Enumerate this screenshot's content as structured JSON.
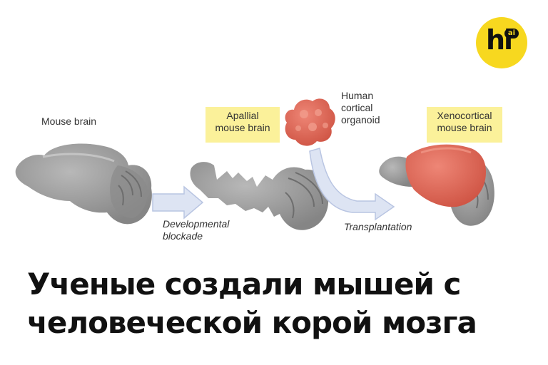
{
  "logo": {
    "main": "hi",
    "sub": "ai"
  },
  "diagram": {
    "mouse_brain": "Mouse brain",
    "apallial": [
      "Apallial",
      "mouse brain"
    ],
    "organoid": [
      "Human",
      "cortical",
      "organoid"
    ],
    "xenocortical": [
      "Xenocortical",
      "mouse brain"
    ],
    "developmental": [
      "Developmental",
      "blockade"
    ],
    "transplantation": "Transplantation"
  },
  "headline": {
    "line1": "Ученые создали мышей с",
    "line2": "человеческой корой мозга"
  },
  "colors": {
    "brain_gray": "#9c9c9c",
    "cortex_red": "#e06a5a",
    "arrow_blue": "#c9d3ea",
    "label_yellow": "#fbf19a",
    "logo_yellow": "#f7d81f"
  }
}
